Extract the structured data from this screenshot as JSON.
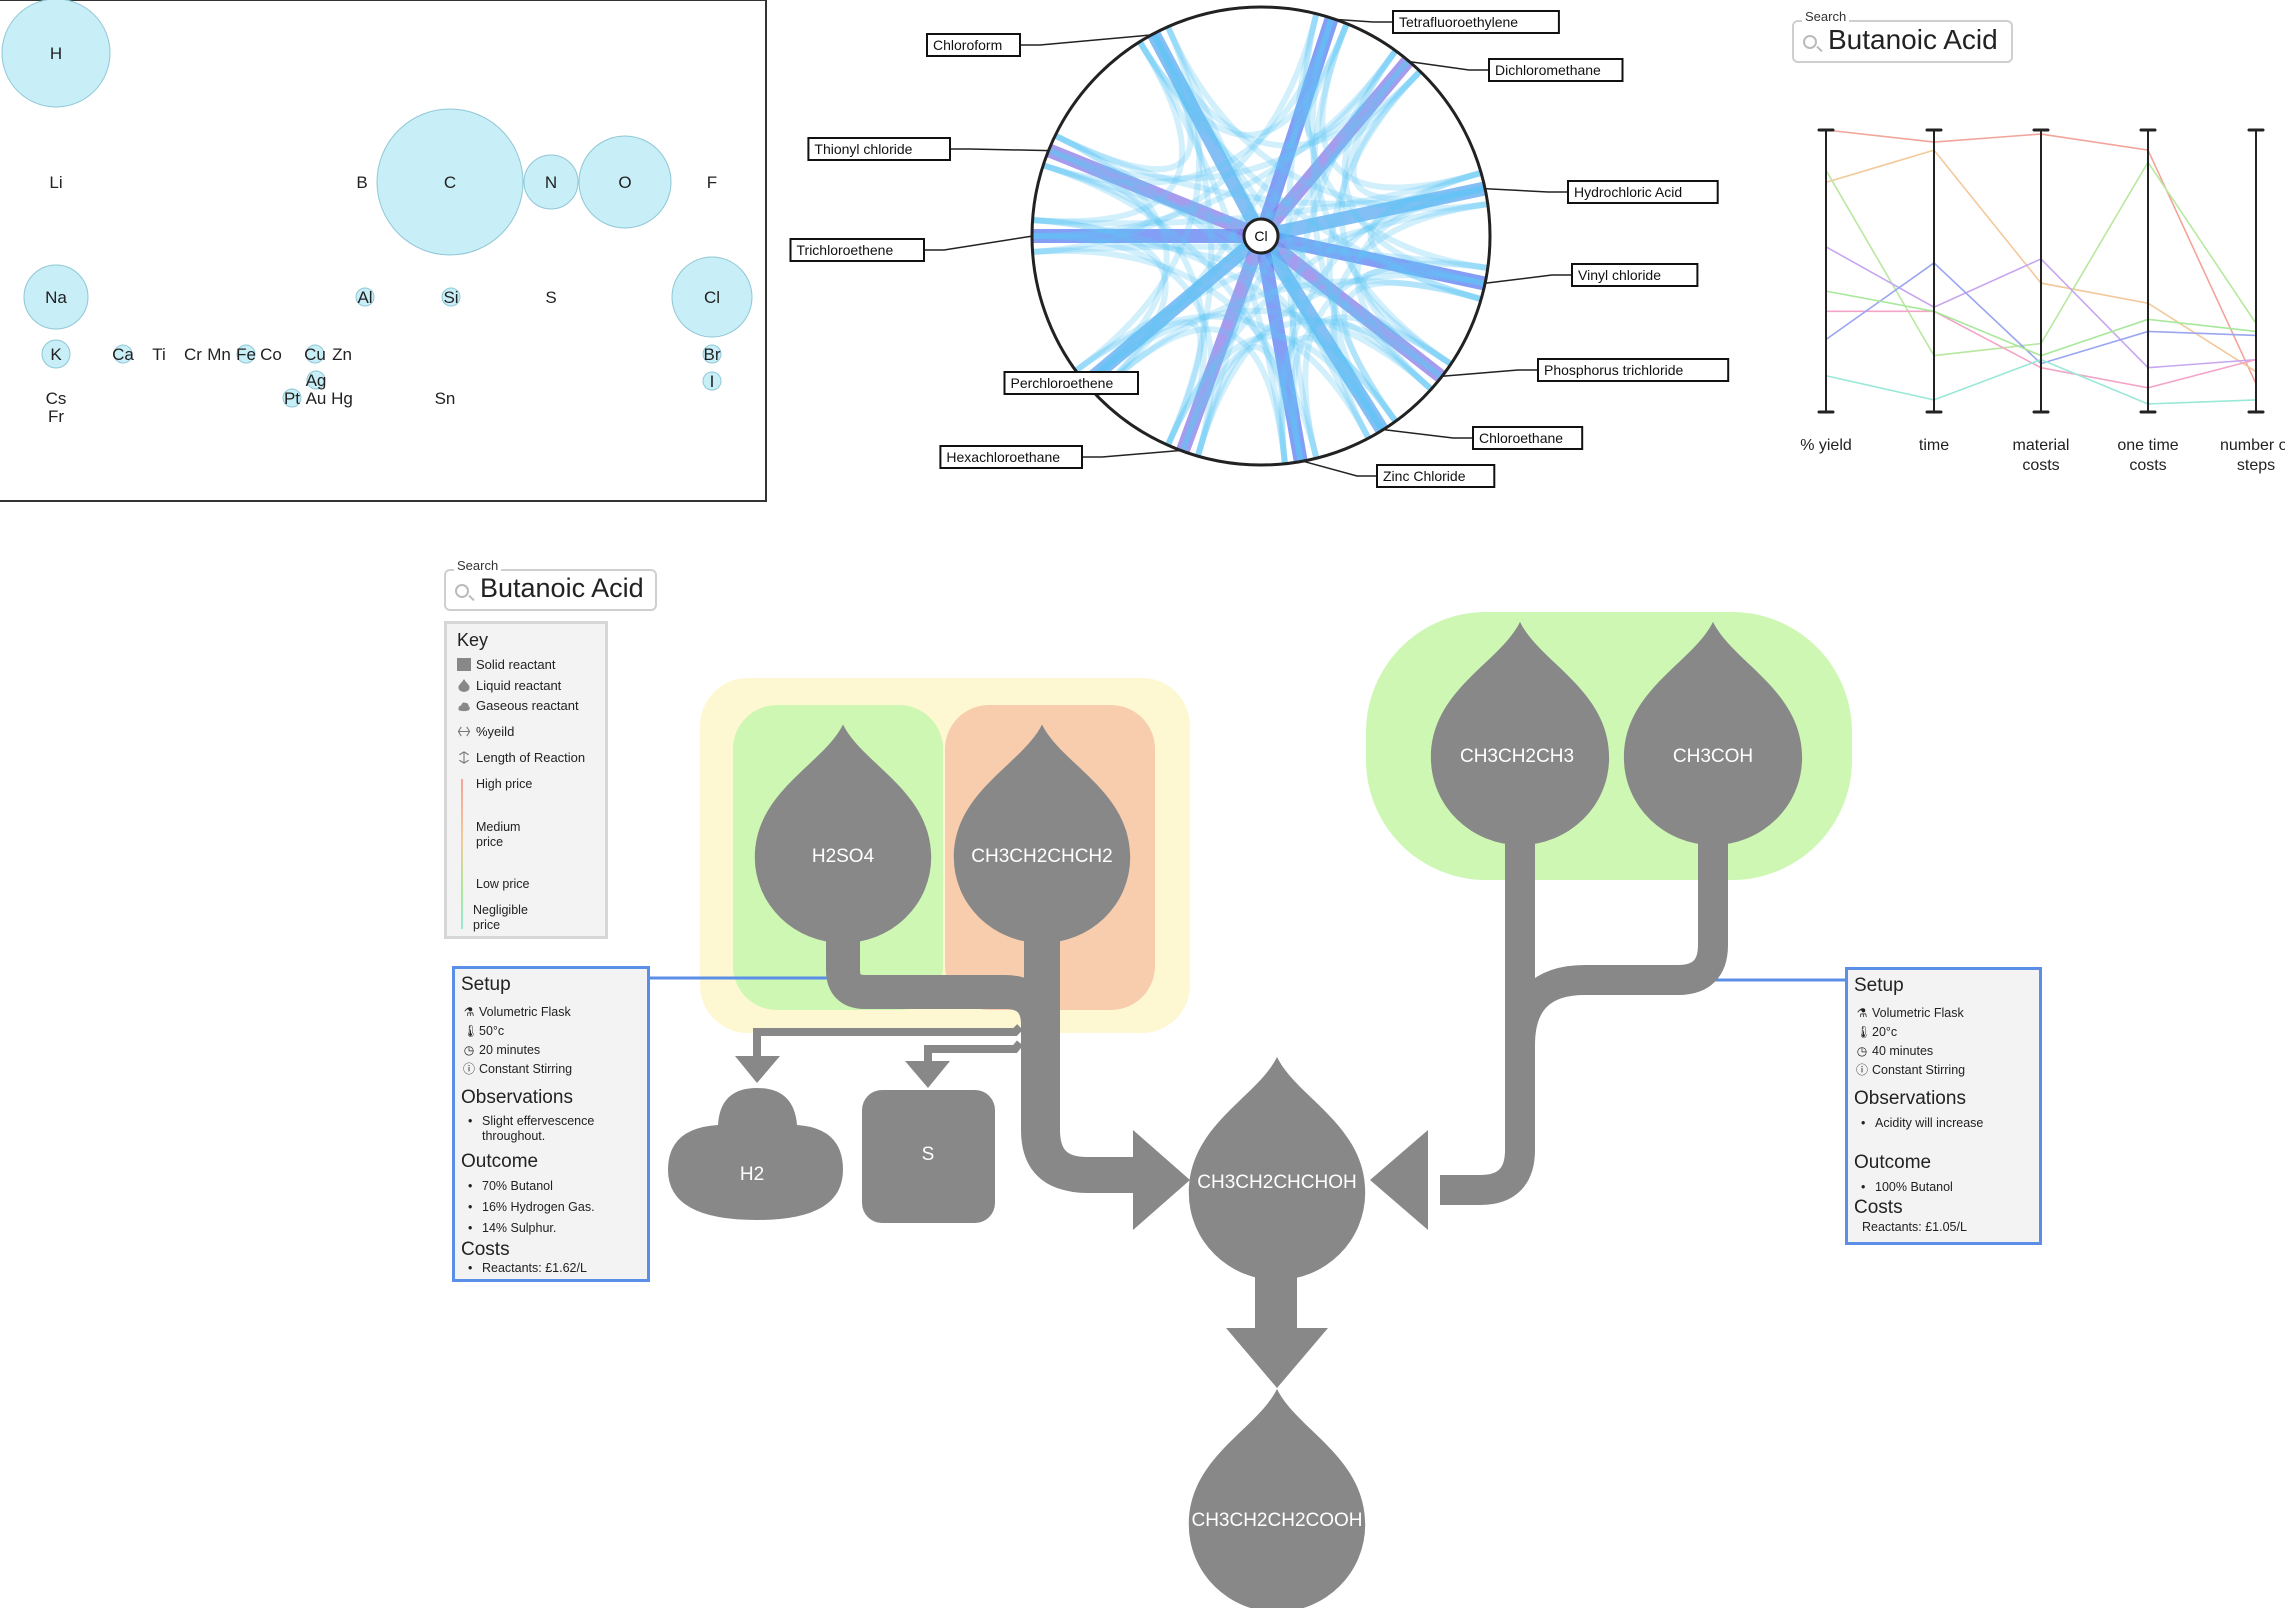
{
  "periodic_table": {
    "elements": [
      {
        "symbol": "H",
        "bubble": true
      },
      {
        "symbol": "Li",
        "bubble": false
      },
      {
        "symbol": "B",
        "bubble": false
      },
      {
        "symbol": "C",
        "bubble": true
      },
      {
        "symbol": "N",
        "bubble": true
      },
      {
        "symbol": "O",
        "bubble": true
      },
      {
        "symbol": "F",
        "bubble": false
      },
      {
        "symbol": "Na",
        "bubble": true
      },
      {
        "symbol": "Al",
        "bubble": true
      },
      {
        "symbol": "Si",
        "bubble": true
      },
      {
        "symbol": "S",
        "bubble": false
      },
      {
        "symbol": "Cl",
        "bubble": true
      },
      {
        "symbol": "K",
        "bubble": true
      },
      {
        "symbol": "Ca",
        "bubble": true
      },
      {
        "symbol": "Ti",
        "bubble": false
      },
      {
        "symbol": "Cr",
        "bubble": false
      },
      {
        "symbol": "Mn",
        "bubble": false
      },
      {
        "symbol": "Fe",
        "bubble": true
      },
      {
        "symbol": "Co",
        "bubble": false
      },
      {
        "symbol": "Cu",
        "bubble": true
      },
      {
        "symbol": "Zn",
        "bubble": false
      },
      {
        "symbol": "Br",
        "bubble": true
      },
      {
        "symbol": "Ag",
        "bubble": true
      },
      {
        "symbol": "I",
        "bubble": true
      },
      {
        "symbol": "Cs",
        "bubble": false
      },
      {
        "symbol": "Pt",
        "bubble": true
      },
      {
        "symbol": "Au",
        "bubble": false
      },
      {
        "symbol": "Hg",
        "bubble": false
      },
      {
        "symbol": "Sn",
        "bubble": false
      },
      {
        "symbol": "Fr",
        "bubble": false
      }
    ],
    "bubble_color": "#c8eef7"
  },
  "chord": {
    "center_label": "Cl",
    "labels": [
      "Tetrafluoroethylene",
      "Dichloromethane",
      "Hydrochloric Acid",
      "Vinyl chloride",
      "Phosphorus trichloride",
      "Chloroethane",
      "Zinc Chloride",
      "Hexachloroethane",
      "Perchloroethene",
      "Trichloroethene",
      "Thionyl chloride",
      "Chloroform"
    ]
  },
  "top_search": {
    "label": "Search",
    "value": "Butanoic Acid"
  },
  "parallel": {
    "axes": [
      "% yield",
      "time",
      "material\ncosts",
      "one time\ncosts",
      "number of\nsteps"
    ]
  },
  "main_search": {
    "label": "Search",
    "value": "Butanoic Acid"
  },
  "key": {
    "title": "Key",
    "items": [
      "Solid reactant",
      "Liquid reactant",
      "Gaseous reactant",
      "%yeild",
      "Length of Reaction"
    ],
    "prices": [
      "High price",
      "Medium price",
      "Low price",
      "Negligible price"
    ]
  },
  "flow": {
    "nodes": [
      "H2SO4",
      "CH3CH2CHCH2",
      "H2",
      "S",
      "CH3CH2CHCHOH",
      "CH3CH2CH3",
      "CH3COH",
      "CH3CH2CH2COOH"
    ],
    "colors": {
      "node": "#888888",
      "yellow_group": "#fdf8d2",
      "green_group": "#cdf7b3",
      "orange_group": "#f8cdad",
      "blue_border": "#5b8ee6"
    }
  },
  "setup_left": {
    "setup": "Setup",
    "equipment": "Volumetric Flask",
    "temperature": "50°c",
    "duration": "20 minutes",
    "stirring": "Constant Stirring",
    "observations": "Observations",
    "obs1": "Slight effervescence throughout.",
    "outcome": "Outcome",
    "out1": "70% Butanol",
    "out2": "16% Hydrogen Gas.",
    "out3": "14% Sulphur.",
    "costs": "Costs",
    "cost1": "Reactants: £1.62/L"
  },
  "setup_right": {
    "setup": "Setup",
    "equipment": "Volumetric Flask",
    "temperature": "20°c",
    "duration": "40 minutes",
    "stirring": "Constant Stirring",
    "observations": "Observations",
    "obs1": "Acidity will increase",
    "outcome": "Outcome",
    "out1": "100% Butanol",
    "costs": "Costs",
    "cost1": "Reactants: £1.05/L"
  }
}
